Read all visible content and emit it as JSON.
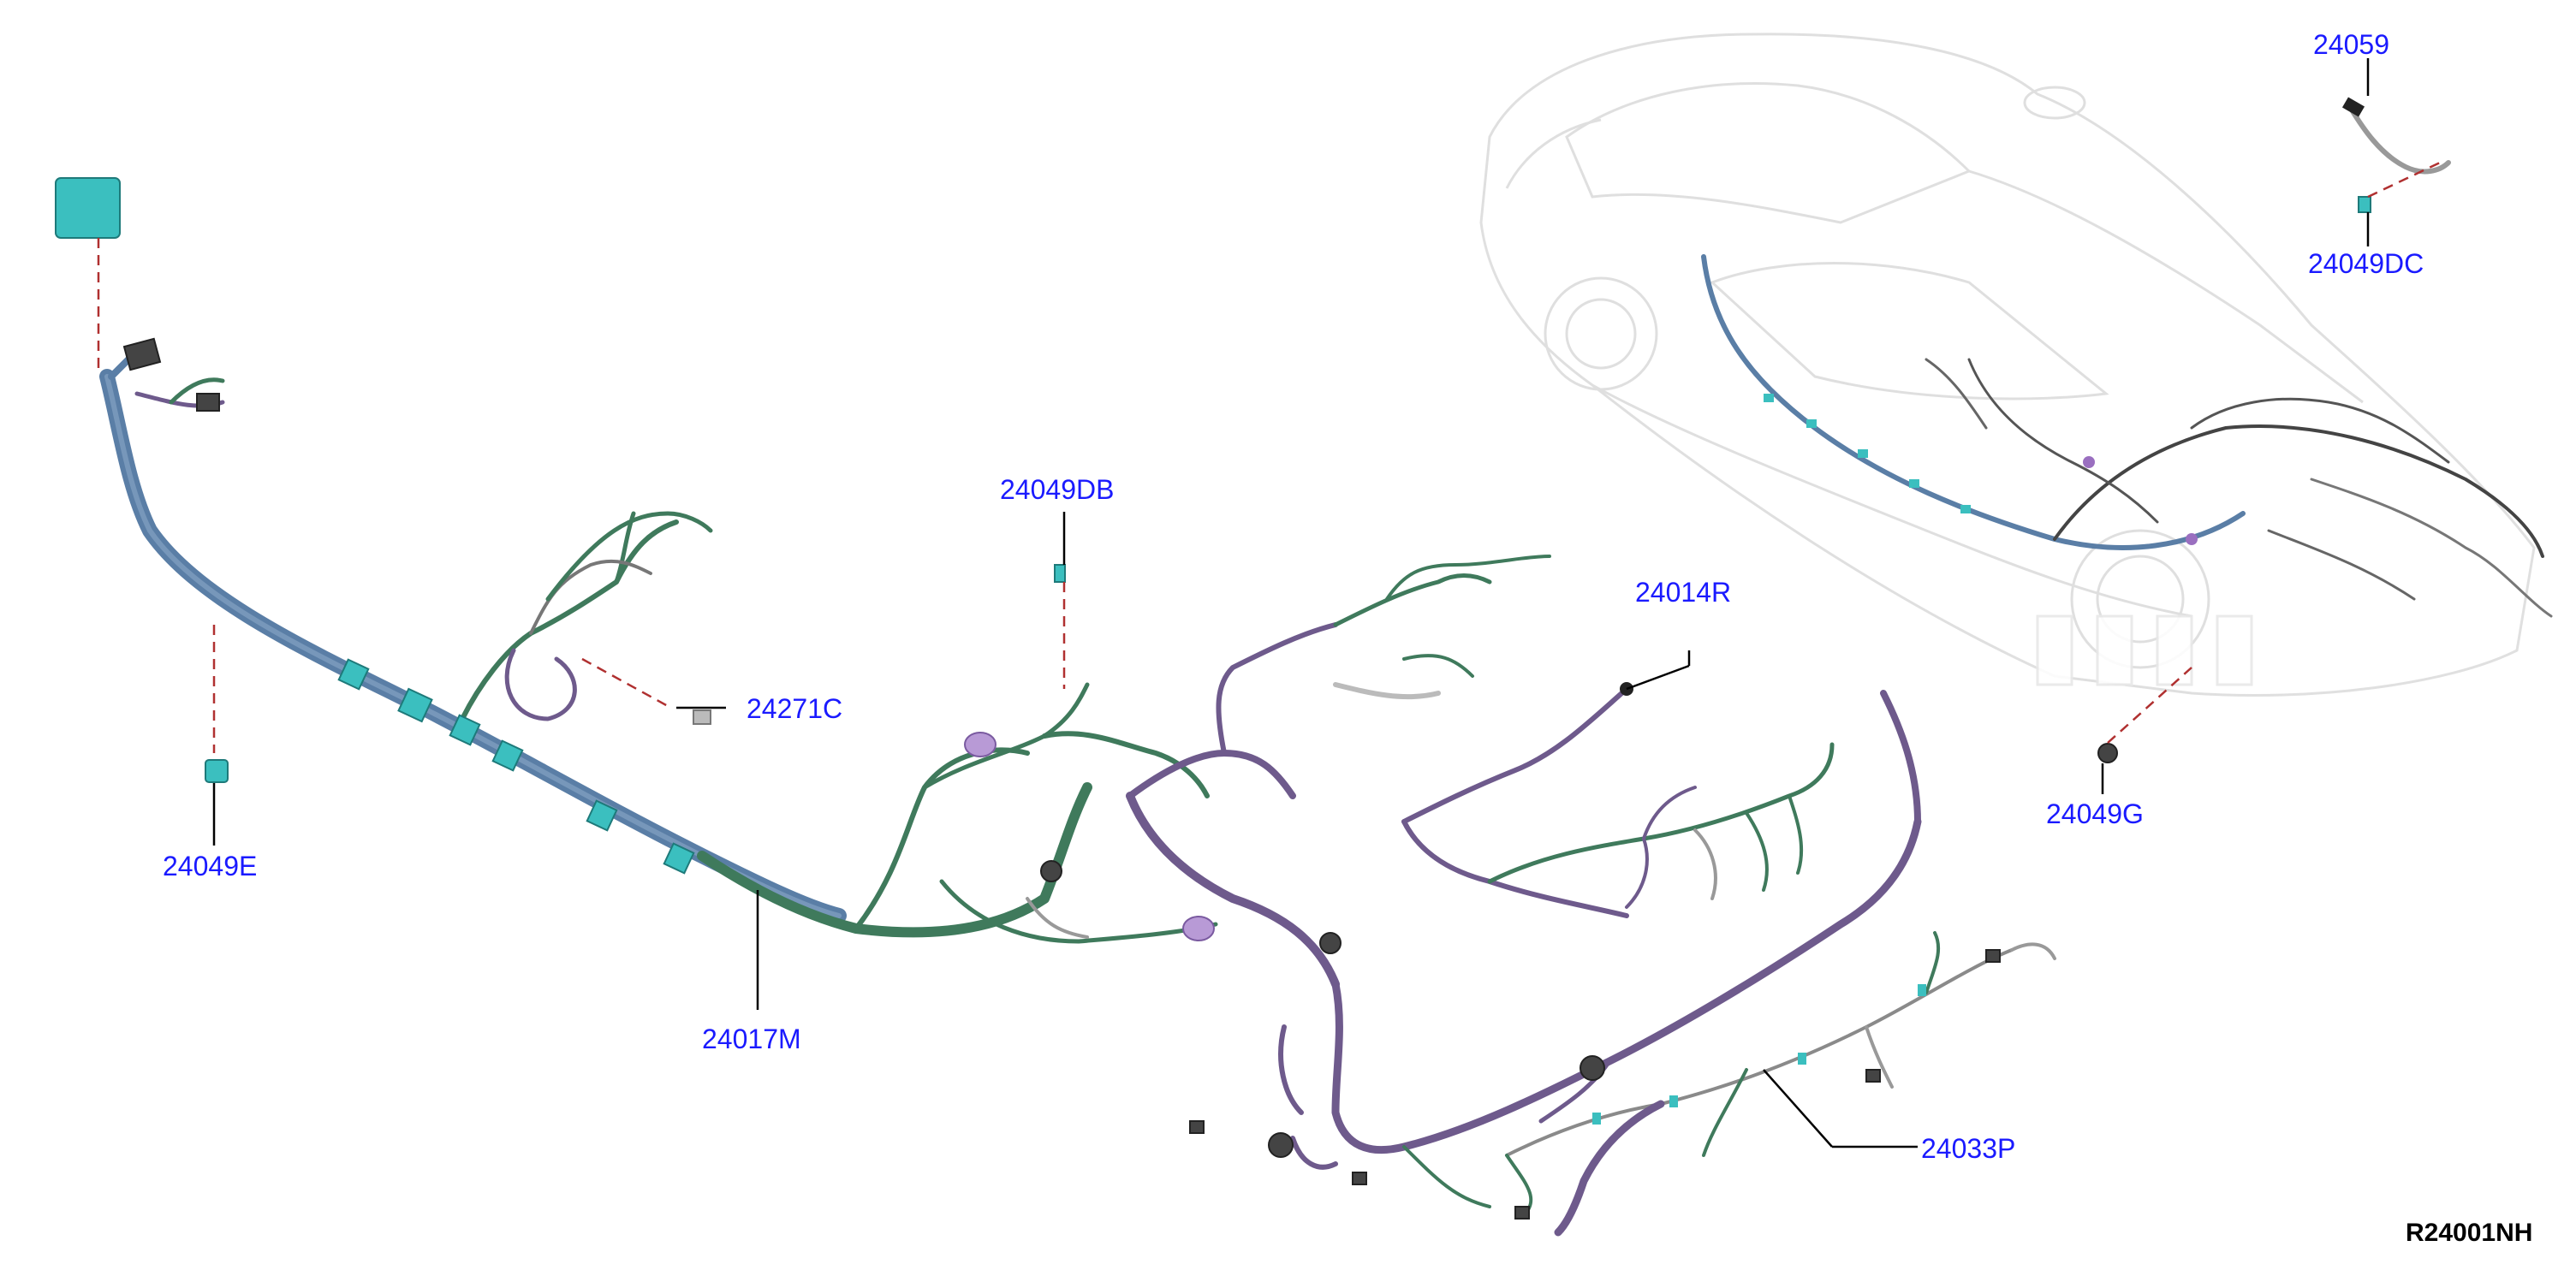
{
  "diagram": {
    "ref_code": "R24001NH",
    "callouts": [
      {
        "id": "p24059",
        "label": "24059"
      },
      {
        "id": "p24049DC",
        "label": "24049DC"
      },
      {
        "id": "p24049DB",
        "label": "24049DB"
      },
      {
        "id": "p24014R",
        "label": "24014R"
      },
      {
        "id": "p24271C",
        "label": "24271C"
      },
      {
        "id": "p24049E",
        "label": "24049E"
      },
      {
        "id": "p24049G",
        "label": "24049G"
      },
      {
        "id": "p24017M",
        "label": "24017M"
      },
      {
        "id": "p24033P",
        "label": "24033P"
      }
    ]
  },
  "colors": {
    "callout_text": "#1a1aff",
    "leader_solid": "#000000",
    "leader_dashed": "#b03030",
    "harness_green": "#3f7a5c",
    "harness_purple": "#6e5a8c",
    "harness_blue": "#5a7ea6",
    "clip_cyan": "#3bbfbf",
    "grommet_gray": "#555555",
    "car_body": "#dcdcdc"
  }
}
